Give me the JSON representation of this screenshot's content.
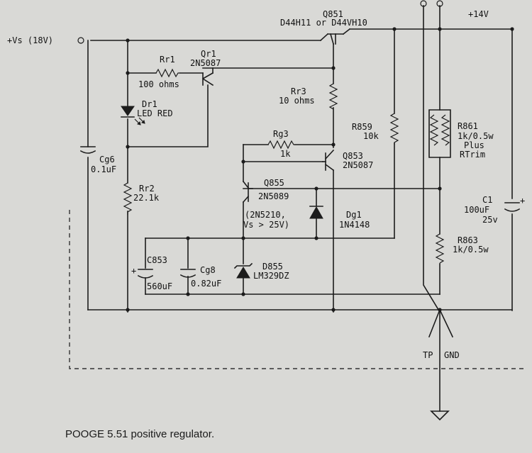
{
  "schematic": {
    "supply_in": "+Vs (18V)",
    "supply_out": "+14V",
    "q851_ref": "Q851",
    "q851_part": "D44H11 or D44VH10",
    "rr1_ref": "Rr1",
    "rr1_val": "100 ohms",
    "qr1_ref": "Qr1",
    "qr1_part": "2N5087",
    "dr1_ref": "Dr1",
    "dr1_part": "LED RED",
    "rr3_ref": "Rr3",
    "rr3_val": "10 ohms",
    "r859_ref": "R859",
    "r859_val": "10k",
    "r861_ref": "R861",
    "r861_val": "1k/0.5w",
    "r861_note1": "Plus",
    "r861_note2": "RTrim",
    "rg3_ref": "Rg3",
    "rg3_val": "1k",
    "q853_ref": "Q853",
    "q853_part": "2N5087",
    "cg6_ref": "Cg6",
    "cg6_val": "0.1uF",
    "rr2_ref": "Rr2",
    "rr2_val": "22.1k",
    "q855_ref": "Q855",
    "q855_part": "2N5089",
    "q855_alt1": "(2N5210,",
    "q855_alt2": "Vs > 25V)",
    "dg1_ref": "Dg1",
    "dg1_part": "1N4148",
    "c1_ref": "C1",
    "c1_val": "100uF",
    "c1_volt": "25v",
    "r863_ref": "R863",
    "r863_val": "1k/0.5w",
    "c853_ref": "C853",
    "c853_val": "560uF",
    "cg8_ref": "Cg8",
    "cg8_val": "0.82uF",
    "d855_ref": "D855",
    "d855_part": "LM329DZ",
    "tp_label": "TP",
    "gnd_label": "GND"
  },
  "caption": "POOGE 5.51 positive regulator."
}
